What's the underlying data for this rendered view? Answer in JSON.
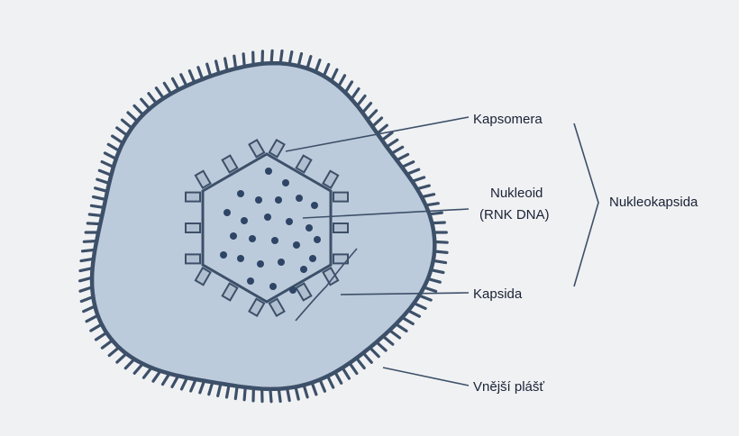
{
  "labels": {
    "kapsomera": "Kapsomera",
    "nukleoid_line1": "Nukleoid",
    "nukleoid_line2": "(RNK DNA)",
    "kapsida": "Kapsida",
    "vnejsi_plast": "Vnější plášť",
    "nukleokapsida": "Nukleokapsida"
  },
  "colors": {
    "background": "#f0f1f3",
    "fill": "#bccbdb",
    "outline": "#3d5069",
    "dots": "#2e4566",
    "text": "#1a2235"
  },
  "icons": {
    "spikes": "surface-spike-icon",
    "capsomere": "capsomere-rect-icon",
    "nucleoid_dot": "nucleoid-dot-icon"
  }
}
